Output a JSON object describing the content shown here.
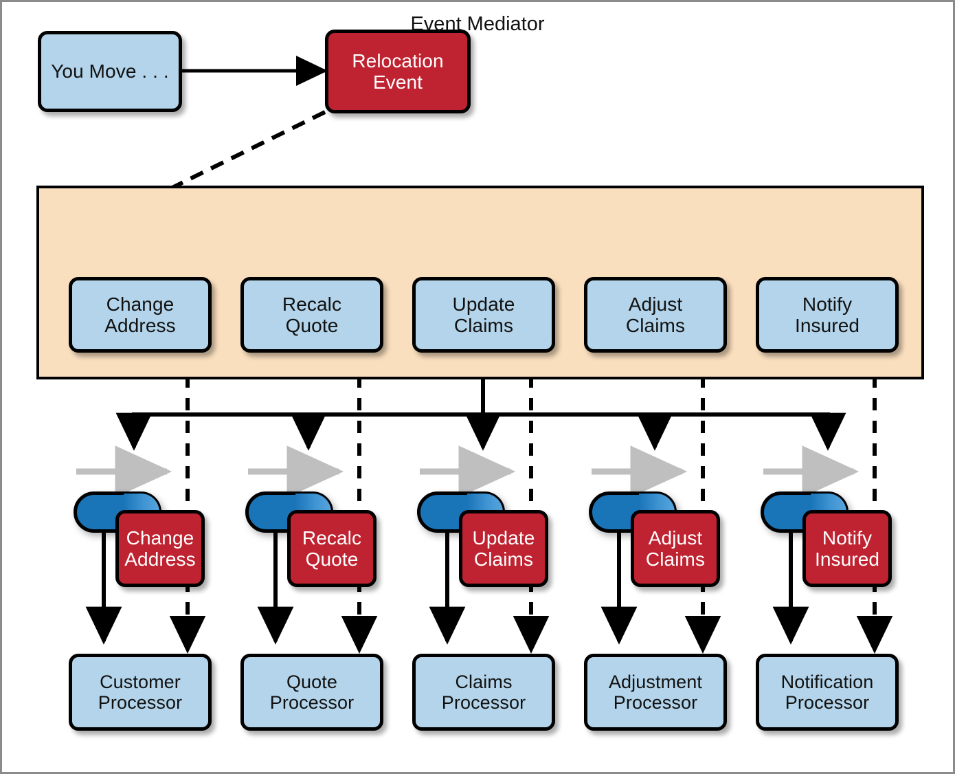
{
  "diagram": {
    "title": "Event Mediator",
    "colors": {
      "blue_node": "#b3d4ea",
      "red_node": "#bf2230",
      "mediator_background": "#fadfbe",
      "queue_blue": "#1a74b8",
      "queue_highlight": "#58a4dc",
      "gray_arrow": "#bfbfbf",
      "stroke": "#000000",
      "frame": "#8b8b8b"
    },
    "trigger": {
      "source_label": "You Move . . .",
      "event_label": "Relocation\nEvent"
    },
    "mediator": {
      "title": "Event Mediator",
      "steps": [
        {
          "label": "Change\nAddress"
        },
        {
          "label": "Recalc\nQuote"
        },
        {
          "label": "Update\nClaims"
        },
        {
          "label": "Adjust\nClaims"
        },
        {
          "label": "Notify\nInsured"
        }
      ],
      "bus_markers": 3
    },
    "channels": [
      {
        "event_label": "Change\nAddress",
        "processor_label": "Customer\nProcessor"
      },
      {
        "event_label": "Recalc\nQuote",
        "processor_label": "Quote\nProcessor"
      },
      {
        "event_label": "Update\nClaims",
        "processor_label": "Claims\nProcessor"
      },
      {
        "event_label": "Adjust\nClaims",
        "processor_label": "Adjustment\nProcessor"
      },
      {
        "event_label": "Notify\nInsured",
        "processor_label": "Notification\nProcessor"
      }
    ]
  }
}
